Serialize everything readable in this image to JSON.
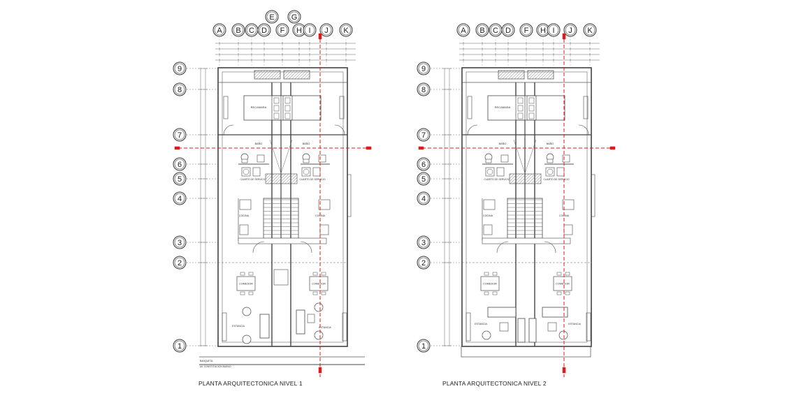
{
  "plans": [
    {
      "title": "PLANTA ARQUITECTONICA NIVEL 1",
      "axes_top": [
        "A",
        "B",
        "C",
        "D",
        "F",
        "H",
        "I",
        "J",
        "K"
      ],
      "axes_top_upper": [
        "E",
        "G"
      ],
      "axes_left": [
        "9",
        "8",
        "7",
        "6",
        "5",
        "4",
        "3",
        "2",
        "1"
      ],
      "rooms": [
        "RECAMARA",
        "BAÑO",
        "BAÑO",
        "CUARTO DE SERVICIO",
        "CUARTO DE SERVICIO",
        "COCINA",
        "COCINA",
        "COMEDOR",
        "COMEDOR",
        "ESTANCIA",
        "ESTANCIA"
      ],
      "street": [
        "BANQUETA",
        "AV. CONSTITUCION BUENO"
      ]
    },
    {
      "title": "PLANTA ARQUITECTONICA NIVEL 2",
      "axes_top": [
        "A",
        "B",
        "C",
        "D",
        "F",
        "H",
        "I",
        "J",
        "K"
      ],
      "axes_left": [
        "9",
        "8",
        "7",
        "6",
        "5",
        "4",
        "3",
        "2",
        "1"
      ],
      "rooms": [
        "RECAMARA",
        "BAÑO",
        "BAÑO",
        "CUARTO DE SERVICIO",
        "CUARTO DE SERVICIO",
        "COCINA",
        "COCINA",
        "COMEDOR",
        "COMEDOR",
        "ESTANCIA",
        "ESTANCIA"
      ]
    }
  ],
  "colors": {
    "line": "#4a4a4a",
    "section": "#e01a1a",
    "hatch": "#8a8a8a"
  }
}
